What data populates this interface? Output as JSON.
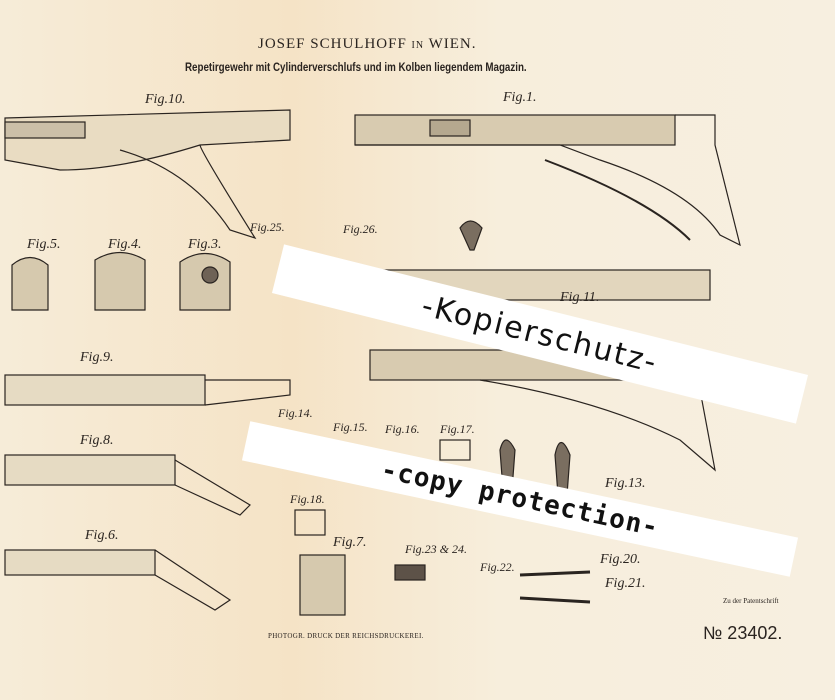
{
  "header": {
    "inventor": "JOSEF SCHULHOFF",
    "inventor_in": "IN",
    "inventor_city": "WIEN.",
    "title": "Repetirgewehr mit Cylinderverschlufs und im Kolben liegendem Magazin."
  },
  "figures": [
    "Fig.10.",
    "Fig.1.",
    "Fig.25.",
    "Fig.26.",
    "Fig.5.",
    "Fig.4.",
    "Fig.3.",
    "Fig.11.",
    "Fig.9.",
    "Fig.8.",
    "Fig.14.",
    "Fig.15.",
    "Fig.16.",
    "Fig.17.",
    "Fig.18.",
    "Fig.13.",
    "Fig.6.",
    "Fig.7.",
    "Fig.23 & 24.",
    "Fig.20.",
    "Fig.22.",
    "Fig.21."
  ],
  "footer": {
    "printer": "PHOTOGR. DRUCK DER REICHSDRUCKEREI.",
    "reference": "Zu der Patentschrift",
    "patent_number": "№ 23402."
  },
  "watermark": {
    "line1": "-Kopierschutz-",
    "line2": "-copy protection-"
  }
}
